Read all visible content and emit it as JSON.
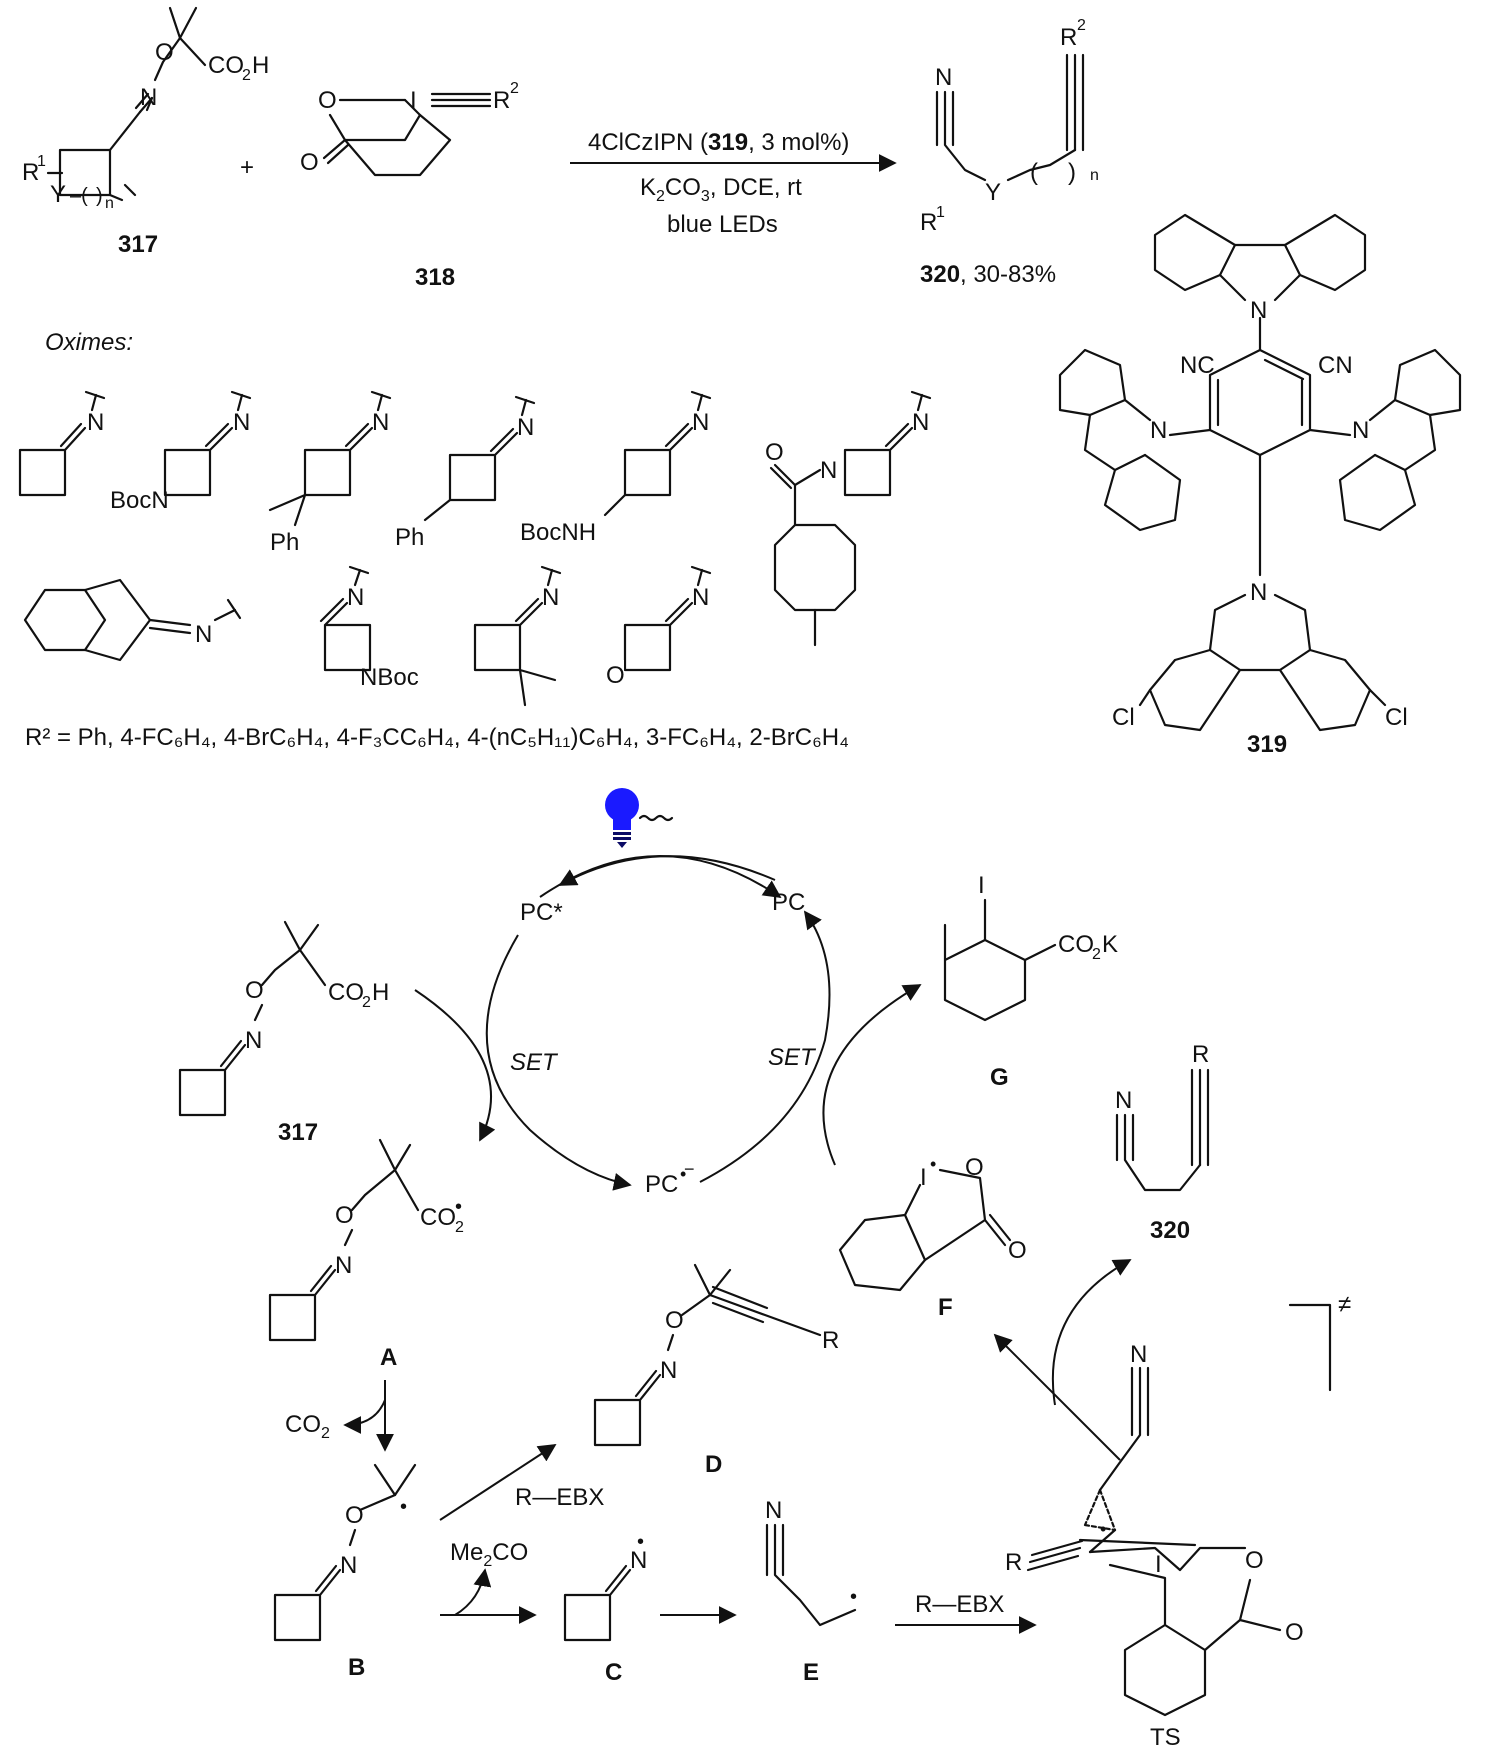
{
  "scheme": {
    "reagent_317": "317",
    "reagent_318": "318",
    "catalyst_label": "319",
    "product_label": "320",
    "product_yield": ", 30-83%",
    "conditions_line1_pre": "4ClCzIPN (",
    "conditions_line1_bold": "319",
    "conditions_line1_post": ", 3 mol%)",
    "conditions_line2": "K",
    "conditions_line2_sub": "2",
    "conditions_line2_rest": "CO",
    "conditions_line2_sub2": "3",
    "conditions_line2_end": ", DCE, rt",
    "conditions_line3": "blue LEDs",
    "plus": "+",
    "oximes_heading": "Oximes:",
    "r2_list": "R² = Ph, 4-FC₆H₄, 4-BrC₆H₄, 4-F₃CC₆H₄, 4-(nC₅H₁₁)C₆H₄, 3-FC₆H₄, 2-BrC₆H₄"
  },
  "atoms": {
    "R1": "R",
    "sup1": "1",
    "Y": "Y",
    "n": "n",
    "O": "O",
    "N": "N",
    "I": "I",
    "R2": "R",
    "sup2": "2",
    "CO2H": "CO",
    "sub2": "2",
    "H": "H",
    "NC": "NC",
    "CN": "CN",
    "Cl": "Cl",
    "BocN": "BocN",
    "BocNH": "BocNH",
    "NBoc": "NBoc",
    "Ph": "Ph",
    "R": "R",
    "CO2K": "CO",
    "K": "K"
  },
  "mechanism": {
    "PC_star": "PC*",
    "PC": "PC",
    "PC_minus": "PC",
    "SET_left": "SET",
    "SET_right": "SET",
    "label_317": "317",
    "label_A": "A",
    "label_B": "B",
    "label_C": "C",
    "label_D": "D",
    "label_E": "E",
    "label_F": "F",
    "label_G": "G",
    "label_320": "320",
    "label_TS": "TS",
    "CO2": "CO",
    "Me2CO": "Me",
    "Me2CO_rest": "CO",
    "R_EBX": "R",
    "EBX": "EBX",
    "dagger": "≠"
  },
  "colors": {
    "bulb": "#1a1aff",
    "ink": "#111111"
  }
}
